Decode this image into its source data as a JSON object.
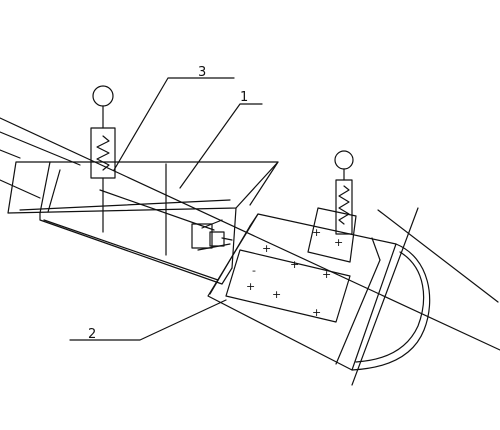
{
  "diagram": {
    "labels": {
      "callout_1": "1",
      "callout_2": "2",
      "callout_3": "3"
    },
    "markings": {
      "plus": "+",
      "minus": "-"
    },
    "colors": {
      "stroke": "#111111",
      "background": "#ffffff"
    }
  }
}
